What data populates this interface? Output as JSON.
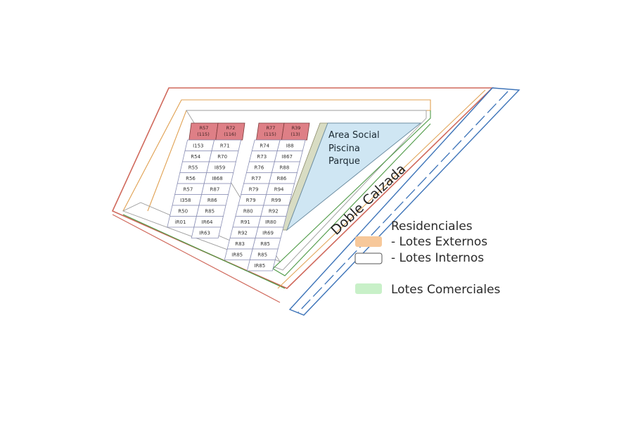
{
  "map": {
    "area_social": {
      "lines": [
        "Area Social",
        "Piscina",
        "Parque"
      ],
      "fill": "#cfe6f3"
    },
    "road_label": "Doble Calzada",
    "colors": {
      "road_edge_red": "#d0695c",
      "road_edge_orange": "#e0a050",
      "road_edge_blue": "#3c73b8",
      "road_edge_green": "#4e9a46",
      "header_lot_fill": "#de7f86",
      "lot_fill": "#ffffff",
      "lot_stroke": "#8a8fb5",
      "median_fill": "#d8dcc3"
    },
    "blocks": [
      {
        "header": [
          {
            "code": "R57",
            "sub": "(115)"
          },
          {
            "code": "R72",
            "sub": "(116)"
          }
        ],
        "rows": [
          [
            "I153",
            "R71"
          ],
          [
            "R54",
            "R70"
          ],
          [
            "R55",
            "I859"
          ],
          [
            "R56",
            "I868"
          ],
          [
            "R57",
            "R87"
          ],
          [
            "I358",
            "R86"
          ],
          [
            "R50",
            "R85"
          ],
          [
            "iR01",
            "IR64"
          ],
          [
            "",
            "IR63"
          ]
        ]
      },
      {
        "header": [
          {
            "code": "R77",
            "sub": "(115)"
          },
          {
            "code": "R39",
            "sub": "(13)"
          }
        ],
        "rows": [
          [
            "R74",
            "I88"
          ],
          [
            "R73",
            "I867"
          ],
          [
            "R76",
            "R88"
          ],
          [
            "R77",
            "R86"
          ],
          [
            "R79",
            "R94"
          ],
          [
            "R79",
            "R99"
          ],
          [
            "R80",
            "R92"
          ],
          [
            "R91",
            "IR80"
          ],
          [
            "R92",
            "IR69"
          ],
          [
            "R83",
            "R85"
          ],
          [
            "IR85",
            "R85"
          ],
          [
            "",
            "IR85"
          ]
        ]
      }
    ]
  },
  "legend": {
    "title": "Residenciales",
    "items": [
      {
        "label": "- Lotes Externos",
        "color": "#f7c89a",
        "outline": "#f7c89a"
      },
      {
        "label": "- Lotes Internos",
        "color": "#ffffff",
        "outline": "#555555"
      },
      {
        "label": "Lotes Comerciales",
        "color": "#c8f0c8",
        "outline": "#c8f0c8"
      }
    ]
  }
}
